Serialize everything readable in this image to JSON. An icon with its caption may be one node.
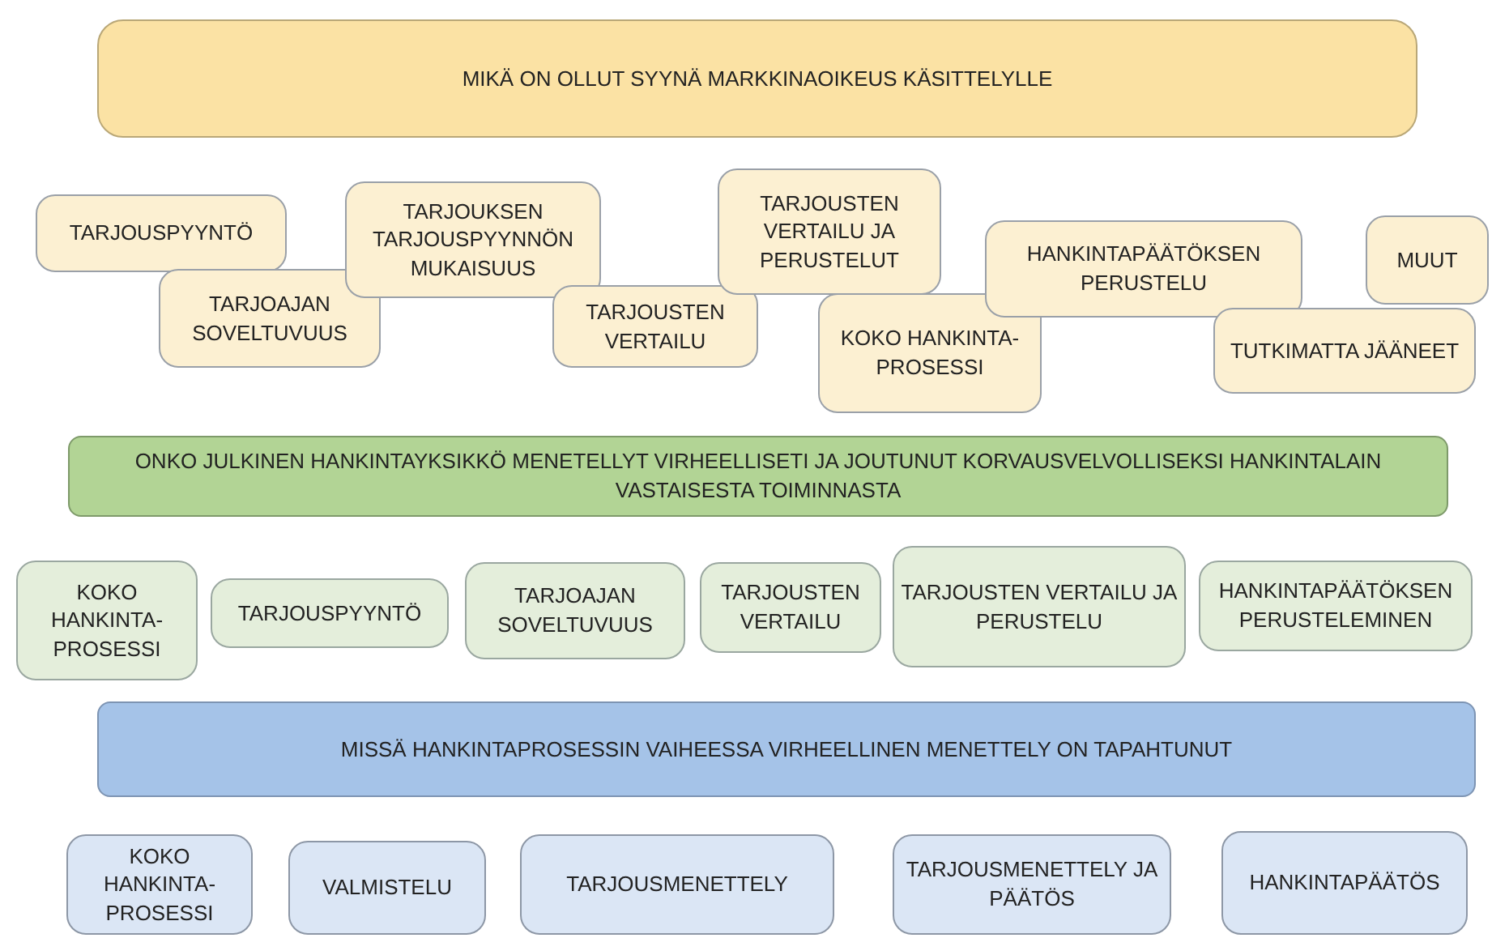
{
  "diagram": {
    "nodes": [
      {
        "text": [
          "MIKÄ ON OLLUT SYYNÄ MARKKINAOIKEUS KÄSITTELYLLE"
        ]
      },
      {
        "text": [
          "TARJOUSPYYNTÖ"
        ]
      },
      {
        "text": [
          "TARJOAJAN SOVELTUVUUS"
        ]
      },
      {
        "text": [
          "TARJOUKSEN TARJOUSPYYNNÖN MUKAISUUS"
        ]
      },
      {
        "text": [
          "TARJOUSTEN VERTAILU"
        ]
      },
      {
        "text": [
          "TARJOUSTEN VERTAILU JA PERUSTELUT"
        ]
      },
      {
        "text": [
          "KOKO HANKINTA- PROSESSI"
        ]
      },
      {
        "text": [
          "HANKINTAPÄÄTÖKSEN PERUSTELU"
        ]
      },
      {
        "text": [
          "MUUT"
        ]
      },
      {
        "text": [
          "TUTKIMATTA JÄÄNEET"
        ]
      },
      {
        "text": [
          "ONKO  JULKINEN HANKINTAYKSIKKÖ MENETELLYT VIRHEELLISETI JA JOUTUNUT KORVAUSVELVOLLISEKSI HANKINTALAIN VASTAISESTA TOIMINNASTA"
        ]
      },
      {
        "text": [
          "KOKO HANKINTA- PROSESSI"
        ]
      },
      {
        "text": [
          "TARJOUSPYYNTÖ"
        ]
      },
      {
        "text": [
          "TARJOAJAN SOVELTUVUUS"
        ]
      },
      {
        "text": [
          "TARJOUSTEN VERTAILU"
        ]
      },
      {
        "text": [
          "TARJOUSTEN VERTAILU JA PERUSTELU"
        ]
      },
      {
        "text": [
          "HANKINTAPÄÄTÖKSEN PERUSTELEMINEN"
        ]
      },
      {
        "text": [
          "MISSÄ HANKINTAPROSESSIN VAIHEESSA VIRHEELLINEN MENETTELY ON TAPAHTUNUT"
        ]
      },
      {
        "text": [
          "KOKO HANKINTA- PROSESSI"
        ]
      },
      {
        "text": [
          "VALMISTELU"
        ]
      },
      {
        "text": [
          "TARJOUSMENETTELY"
        ]
      },
      {
        "text": [
          "TARJOUSMENETTELY JA PÄÄTÖS"
        ]
      },
      {
        "text": [
          "HANKINTAPÄÄTÖS"
        ]
      }
    ]
  }
}
